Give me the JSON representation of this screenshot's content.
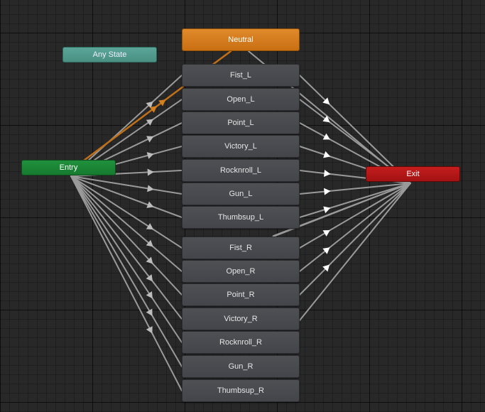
{
  "graph": {
    "neutral": "Neutral",
    "any_state": "Any State",
    "entry": "Entry",
    "exit": "Exit",
    "states": [
      "Fist_L",
      "Open_L",
      "Point_L",
      "Victory_L",
      "Rocknroll_L",
      "Gun_L",
      "Thumbsup_L",
      "Fist_R",
      "Open_R",
      "Point_R",
      "Victory_R",
      "Rocknroll_R",
      "Gun_R",
      "Thumbsup_R"
    ]
  },
  "colors": {
    "neutral": "#d97c1f",
    "any_state": "#52998c",
    "entry": "#1b8535",
    "exit": "#b51717",
    "transition": "#9a9a9a",
    "default_transition": "#c07018"
  }
}
